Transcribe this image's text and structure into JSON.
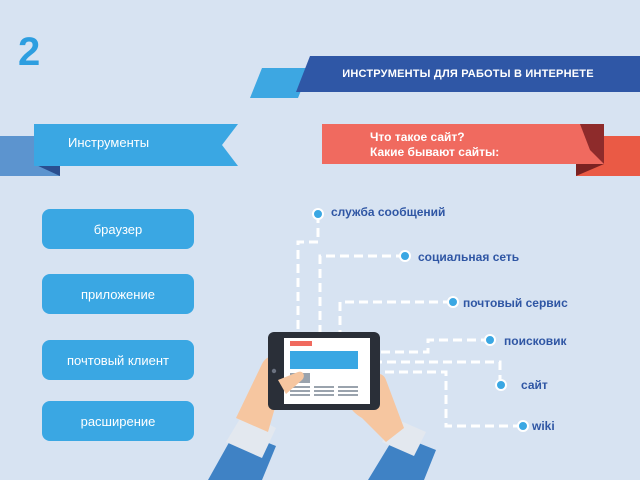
{
  "slide": {
    "number": "2"
  },
  "header": {
    "title": "ИНСТРУМЕНТЫ ДЛЯ РАБОТЫ В ИНТЕРНЕТЕ"
  },
  "left_ribbon": {
    "label": "Инструменты"
  },
  "right_ribbon": {
    "line1": "Что такое сайт?",
    "line2": "Какие бывают сайты:"
  },
  "tools": [
    {
      "label": "браузер"
    },
    {
      "label": "приложение"
    },
    {
      "label": "почтовый клиент"
    },
    {
      "label": "расширение"
    }
  ],
  "site_types": [
    {
      "label": "служба сообщений"
    },
    {
      "label": "социальная сеть"
    },
    {
      "label": "почтовый сервис"
    },
    {
      "label": "поисковик"
    },
    {
      "label": "сайт"
    },
    {
      "label": "wiki"
    }
  ],
  "colors": {
    "background": "#d7e3f2",
    "accent_blue": "#3aa7e3",
    "dark_blue": "#2f57a6",
    "coral": "#f06a5f",
    "dark_red": "#8e2b2b",
    "skin": "#f6c6a0",
    "sleeve": "#3f82c5"
  }
}
